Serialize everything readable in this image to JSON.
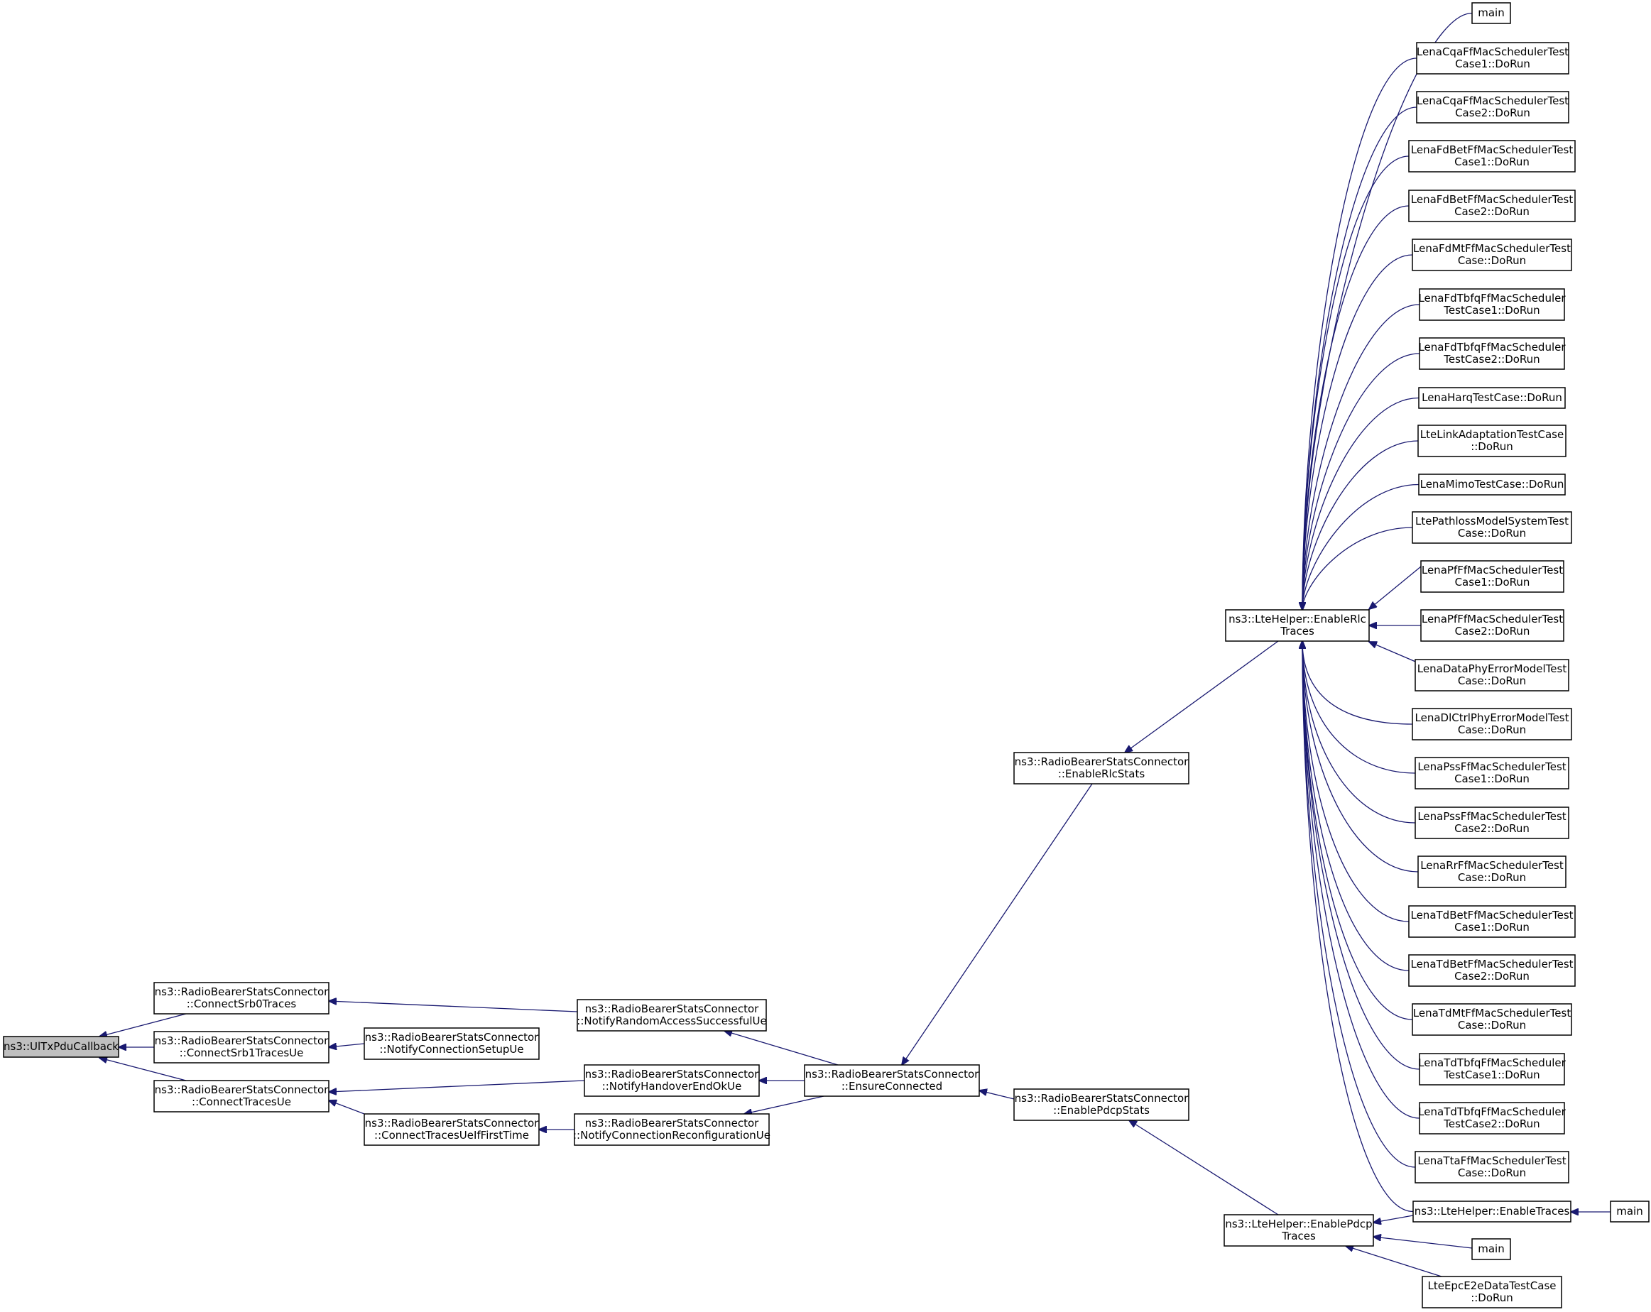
{
  "graph": {
    "root": "n0",
    "colors": {
      "edge": "#191970",
      "node_border": "#000000",
      "node_fill": "#ffffff",
      "root_fill": "#bfbfbf"
    },
    "nodes": [
      {
        "id": "n0",
        "lines": [
          "ns3::UlTxPduCallback"
        ],
        "root": true
      },
      {
        "id": "n1",
        "lines": [
          "ns3::RadioBearerStatsConnector",
          "::ConnectSrb0Traces"
        ]
      },
      {
        "id": "n2",
        "lines": [
          "ns3::RadioBearerStatsConnector",
          "::ConnectSrb1TracesUe"
        ]
      },
      {
        "id": "n3",
        "lines": [
          "ns3::RadioBearerStatsConnector",
          "::ConnectTracesUe"
        ]
      },
      {
        "id": "n4",
        "lines": [
          "ns3::RadioBearerStatsConnector",
          "::NotifyConnectionSetupUe"
        ]
      },
      {
        "id": "n5",
        "lines": [
          "ns3::RadioBearerStatsConnector",
          "::ConnectTracesUeIfFirstTime"
        ]
      },
      {
        "id": "n6",
        "lines": [
          "ns3::RadioBearerStatsConnector",
          "::NotifyRandomAccessSuccessfulUe"
        ]
      },
      {
        "id": "n7",
        "lines": [
          "ns3::RadioBearerStatsConnector",
          "::NotifyHandoverEndOkUe"
        ]
      },
      {
        "id": "n8",
        "lines": [
          "ns3::RadioBearerStatsConnector",
          "::NotifyConnectionReconfigurationUe"
        ]
      },
      {
        "id": "n9",
        "lines": [
          "ns3::RadioBearerStatsConnector",
          "::EnsureConnected"
        ]
      },
      {
        "id": "n10",
        "lines": [
          "ns3::RadioBearerStatsConnector",
          "::EnableRlcStats"
        ]
      },
      {
        "id": "n11",
        "lines": [
          "ns3::RadioBearerStatsConnector",
          "::EnablePdcpStats"
        ]
      },
      {
        "id": "n12",
        "lines": [
          "ns3::LteHelper::EnableRlc",
          "Traces"
        ]
      },
      {
        "id": "n13",
        "lines": [
          "ns3::LteHelper::EnablePdcp",
          "Traces"
        ]
      },
      {
        "id": "n14",
        "lines": [
          "main"
        ]
      },
      {
        "id": "n15",
        "lines": [
          "LenaCqaFfMacSchedulerTest",
          "Case1::DoRun"
        ]
      },
      {
        "id": "n16",
        "lines": [
          "LenaCqaFfMacSchedulerTest",
          "Case2::DoRun"
        ]
      },
      {
        "id": "n17",
        "lines": [
          "LenaFdBetFfMacSchedulerTest",
          "Case1::DoRun"
        ]
      },
      {
        "id": "n18",
        "lines": [
          "LenaFdBetFfMacSchedulerTest",
          "Case2::DoRun"
        ]
      },
      {
        "id": "n19",
        "lines": [
          "LenaFdMtFfMacSchedulerTest",
          "Case::DoRun"
        ]
      },
      {
        "id": "n20",
        "lines": [
          "LenaFdTbfqFfMacScheduler",
          "TestCase1::DoRun"
        ]
      },
      {
        "id": "n21",
        "lines": [
          "LenaFdTbfqFfMacScheduler",
          "TestCase2::DoRun"
        ]
      },
      {
        "id": "n22",
        "lines": [
          "LenaHarqTestCase::DoRun"
        ]
      },
      {
        "id": "n23",
        "lines": [
          "LteLinkAdaptationTestCase",
          "::DoRun"
        ]
      },
      {
        "id": "n24",
        "lines": [
          "LenaMimoTestCase::DoRun"
        ]
      },
      {
        "id": "n25",
        "lines": [
          "LtePathlossModelSystemTest",
          "Case::DoRun"
        ]
      },
      {
        "id": "n26",
        "lines": [
          "LenaPfFfMacSchedulerTest",
          "Case1::DoRun"
        ]
      },
      {
        "id": "n27",
        "lines": [
          "LenaPfFfMacSchedulerTest",
          "Case2::DoRun"
        ]
      },
      {
        "id": "n28",
        "lines": [
          "LenaDataPhyErrorModelTest",
          "Case::DoRun"
        ]
      },
      {
        "id": "n29",
        "lines": [
          "LenaDlCtrlPhyErrorModelTest",
          "Case::DoRun"
        ]
      },
      {
        "id": "n30",
        "lines": [
          "LenaPssFfMacSchedulerTest",
          "Case1::DoRun"
        ]
      },
      {
        "id": "n31",
        "lines": [
          "LenaPssFfMacSchedulerTest",
          "Case2::DoRun"
        ]
      },
      {
        "id": "n32",
        "lines": [
          "LenaRrFfMacSchedulerTest",
          "Case::DoRun"
        ]
      },
      {
        "id": "n33",
        "lines": [
          "LenaTdBetFfMacSchedulerTest",
          "Case1::DoRun"
        ]
      },
      {
        "id": "n34",
        "lines": [
          "LenaTdBetFfMacSchedulerTest",
          "Case2::DoRun"
        ]
      },
      {
        "id": "n35",
        "lines": [
          "LenaTdMtFfMacSchedulerTest",
          "Case::DoRun"
        ]
      },
      {
        "id": "n36",
        "lines": [
          "LenaTdTbfqFfMacScheduler",
          "TestCase1::DoRun"
        ]
      },
      {
        "id": "n37",
        "lines": [
          "LenaTdTbfqFfMacScheduler",
          "TestCase2::DoRun"
        ]
      },
      {
        "id": "n38",
        "lines": [
          "LenaTtaFfMacSchedulerTest",
          "Case::DoRun"
        ]
      },
      {
        "id": "n39",
        "lines": [
          "ns3::LteHelper::EnableTraces"
        ]
      },
      {
        "id": "n40",
        "lines": [
          "main"
        ]
      },
      {
        "id": "n41",
        "lines": [
          "main"
        ]
      },
      {
        "id": "n42",
        "lines": [
          "LteEpcE2eDataTestCase",
          "::DoRun"
        ]
      }
    ],
    "edges": [
      {
        "from": "n1",
        "to": "n0"
      },
      {
        "from": "n2",
        "to": "n0"
      },
      {
        "from": "n3",
        "to": "n0"
      },
      {
        "from": "n6",
        "to": "n1"
      },
      {
        "from": "n4",
        "to": "n2"
      },
      {
        "from": "n7",
        "to": "n3"
      },
      {
        "from": "n5",
        "to": "n3"
      },
      {
        "from": "n8",
        "to": "n5"
      },
      {
        "from": "n9",
        "to": "n6"
      },
      {
        "from": "n9",
        "to": "n7"
      },
      {
        "from": "n9",
        "to": "n8"
      },
      {
        "from": "n10",
        "to": "n9"
      },
      {
        "from": "n11",
        "to": "n9"
      },
      {
        "from": "n12",
        "to": "n10"
      },
      {
        "from": "n13",
        "to": "n11"
      },
      {
        "from": "n14",
        "to": "n12"
      },
      {
        "from": "n15",
        "to": "n12"
      },
      {
        "from": "n16",
        "to": "n12"
      },
      {
        "from": "n17",
        "to": "n12"
      },
      {
        "from": "n18",
        "to": "n12"
      },
      {
        "from": "n19",
        "to": "n12"
      },
      {
        "from": "n20",
        "to": "n12"
      },
      {
        "from": "n21",
        "to": "n12"
      },
      {
        "from": "n22",
        "to": "n12"
      },
      {
        "from": "n23",
        "to": "n12"
      },
      {
        "from": "n24",
        "to": "n12"
      },
      {
        "from": "n25",
        "to": "n12"
      },
      {
        "from": "n26",
        "to": "n12"
      },
      {
        "from": "n27",
        "to": "n12"
      },
      {
        "from": "n28",
        "to": "n12"
      },
      {
        "from": "n29",
        "to": "n12"
      },
      {
        "from": "n30",
        "to": "n12"
      },
      {
        "from": "n31",
        "to": "n12"
      },
      {
        "from": "n32",
        "to": "n12"
      },
      {
        "from": "n33",
        "to": "n12"
      },
      {
        "from": "n34",
        "to": "n12"
      },
      {
        "from": "n35",
        "to": "n12"
      },
      {
        "from": "n36",
        "to": "n12"
      },
      {
        "from": "n37",
        "to": "n12"
      },
      {
        "from": "n38",
        "to": "n12"
      },
      {
        "from": "n39",
        "to": "n12"
      },
      {
        "from": "n39",
        "to": "n13"
      },
      {
        "from": "n40",
        "to": "n39"
      },
      {
        "from": "n41",
        "to": "n13"
      },
      {
        "from": "n42",
        "to": "n13"
      }
    ]
  }
}
